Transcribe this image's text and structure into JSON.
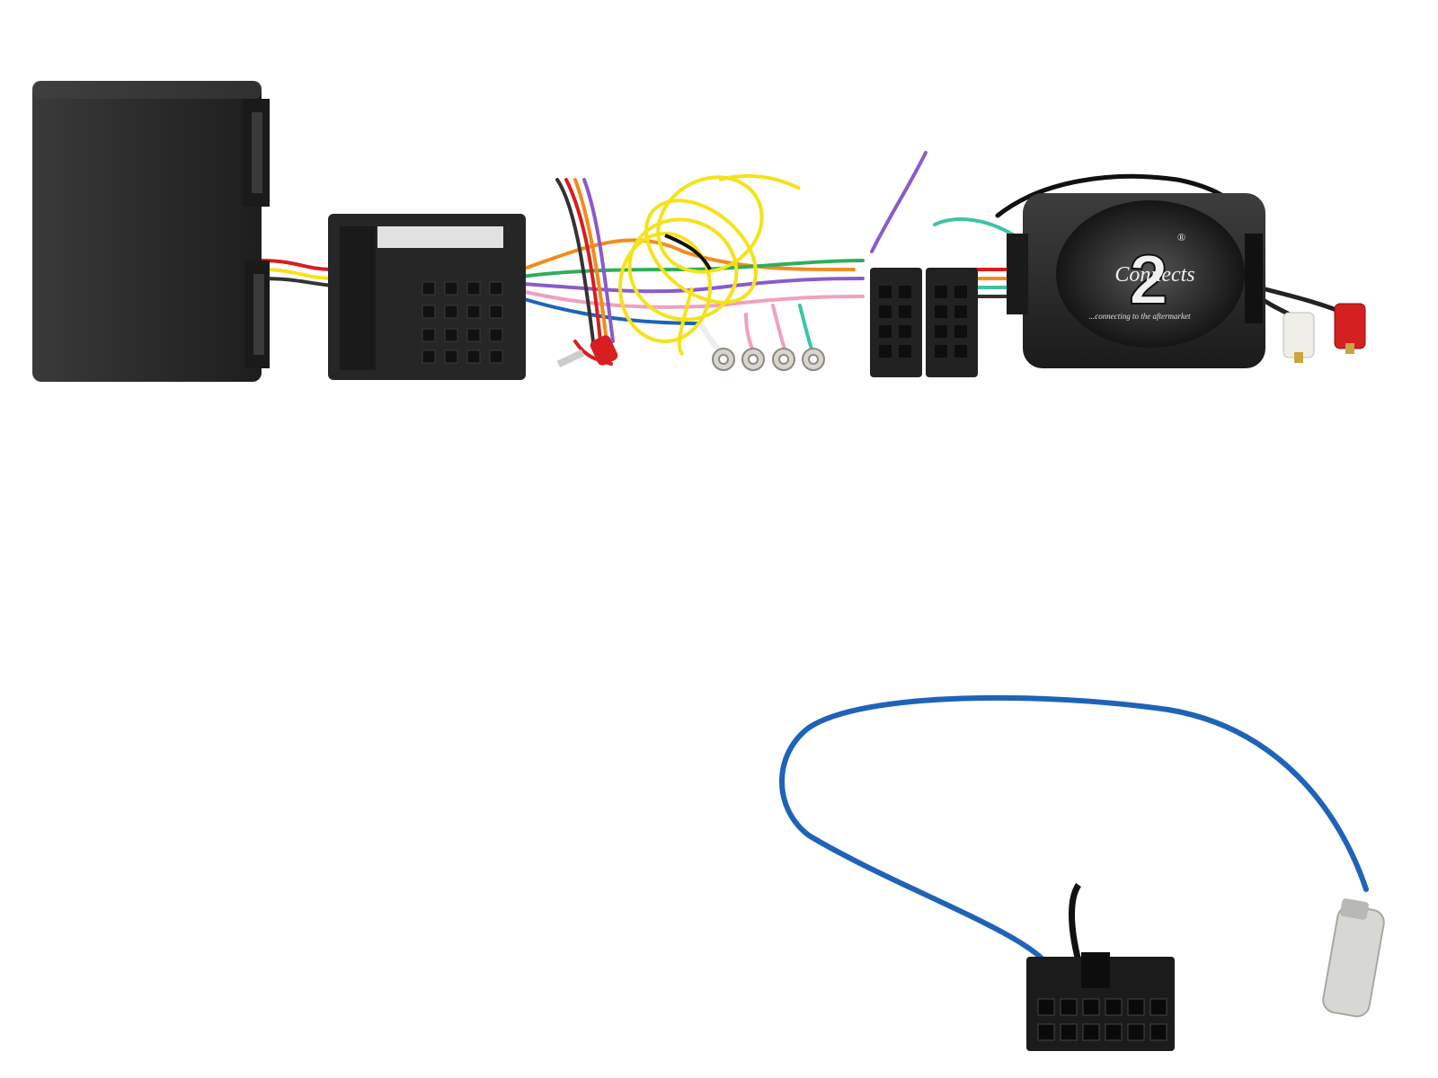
{
  "photo": {
    "logo": {
      "brand": "Connects",
      "numeral": "2",
      "registered_mark": "®",
      "tagline": "...connecting to the aftermarket"
    },
    "colors": {
      "background": "#ffffff",
      "plastic": "#2b2b2b",
      "plastic_dark": "#1c1c1c",
      "wire_yellow": "#f5e21a",
      "wire_blue": "#1f63b8",
      "wire_red": "#d81e1e",
      "wire_orange": "#f28c1c",
      "wire_green": "#2fae5a",
      "wire_purple": "#8a5bc9",
      "wire_pink": "#f0a0c0",
      "wire_teal": "#3cc3a6",
      "rca_red": "#d42020",
      "rca_white": "#efefe8"
    }
  }
}
